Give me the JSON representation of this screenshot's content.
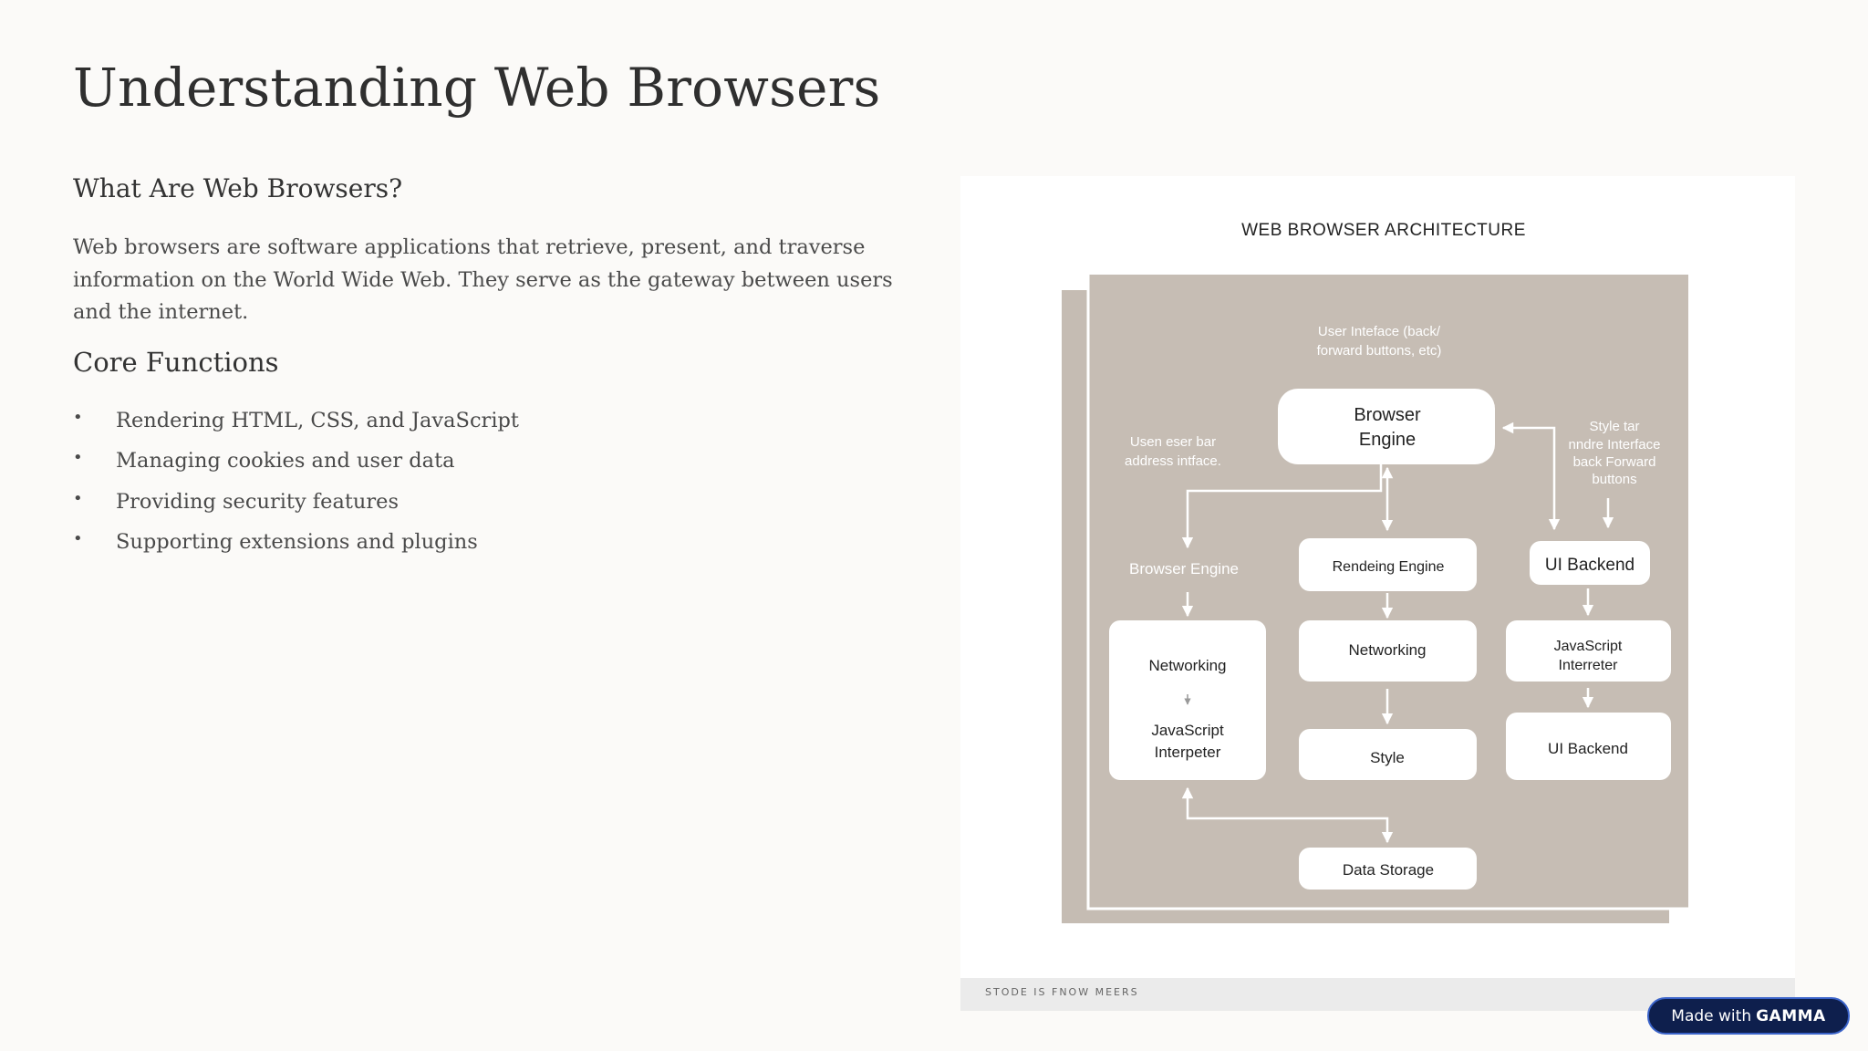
{
  "page": {
    "title": "Understanding Web Browsers",
    "section1_heading": "What Are Web Browsers?",
    "section1_paragraph": "Web browsers are software applications that retrieve, present, and traverse information on the World Wide Web. They serve as the gateway between users and the internet.",
    "section2_heading": "Core Functions",
    "bullets": [
      "Rendering HTML, CSS, and JavaScript",
      "Managing cookies and user data",
      "Providing security features",
      "Supporting extensions and plugins"
    ]
  },
  "diagram": {
    "title": "WEB BROWSER ARCHITECTURE",
    "caption": "STODE IS FNOW MEERS",
    "labels": {
      "user_interface": [
        "User Inteface (back/",
        "forward buttons, etc)"
      ],
      "left_note": [
        "Usen eser bar",
        "address intface."
      ],
      "right_note": [
        "Style tar",
        "nndre Interface",
        "back Forward",
        "buttons"
      ],
      "browser_engine_label": "Browser Engine"
    },
    "boxes": {
      "browser_engine": [
        "Browser",
        "Engine"
      ],
      "rendering_engine": "Rendeing Engine",
      "ui_backend_top": "UI Backend",
      "networking_left": "Networking",
      "js_interpreter_left": [
        "JavaScript",
        "Interpeter"
      ],
      "networking_mid": "Networking",
      "js_interpreter_right": [
        "JavaScript",
        "Interreter"
      ],
      "style": "Style",
      "ui_backend_bottom": "UI Backend",
      "data_storage": "Data Storage"
    },
    "colors": {
      "panel": "#c5bcb3",
      "box": "#ffffff",
      "arrow": "#ffffff"
    }
  },
  "badge": {
    "prefix": "Made with",
    "brand": "GAMMA"
  }
}
